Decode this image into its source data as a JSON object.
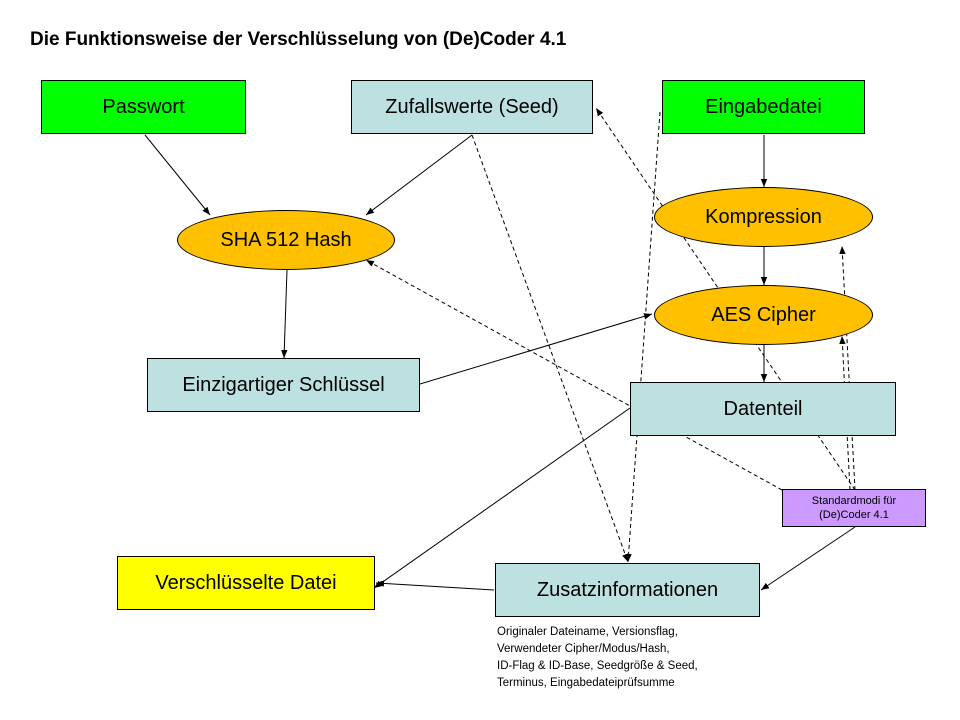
{
  "title": "Die Funktionsweise der Verschlüsselung von (De)Coder 4.1",
  "colors": {
    "green": "#00ff00",
    "lightblue": "#bde0e1",
    "orange": "#ffc000",
    "yellow": "#ffff00",
    "lavender": "#cc99ff"
  },
  "nodes": {
    "passwort": "Passwort",
    "seed": "Zufallswerte (Seed)",
    "eingabedatei": "Eingabedatei",
    "sha": "SHA 512 Hash",
    "kompression": "Kompression",
    "aes": "AES Cipher",
    "schluessel": "Einzigartiger Schlüssel",
    "datenteil": "Datenteil",
    "standard_line1": "Standardmodi für",
    "standard_line2": "(De)Coder 4.1",
    "verschluesselt": "Verschlüsselte Datei",
    "zusatz": "Zusatzinformationen"
  },
  "note": [
    "Originaler Dateiname, Versionsflag,",
    "Verwendeter Cipher/Modus/Hash,",
    "ID-Flag & ID-Base, Seedgröße & Seed,",
    "Terminus, Eingabedateiprüfsumme"
  ]
}
